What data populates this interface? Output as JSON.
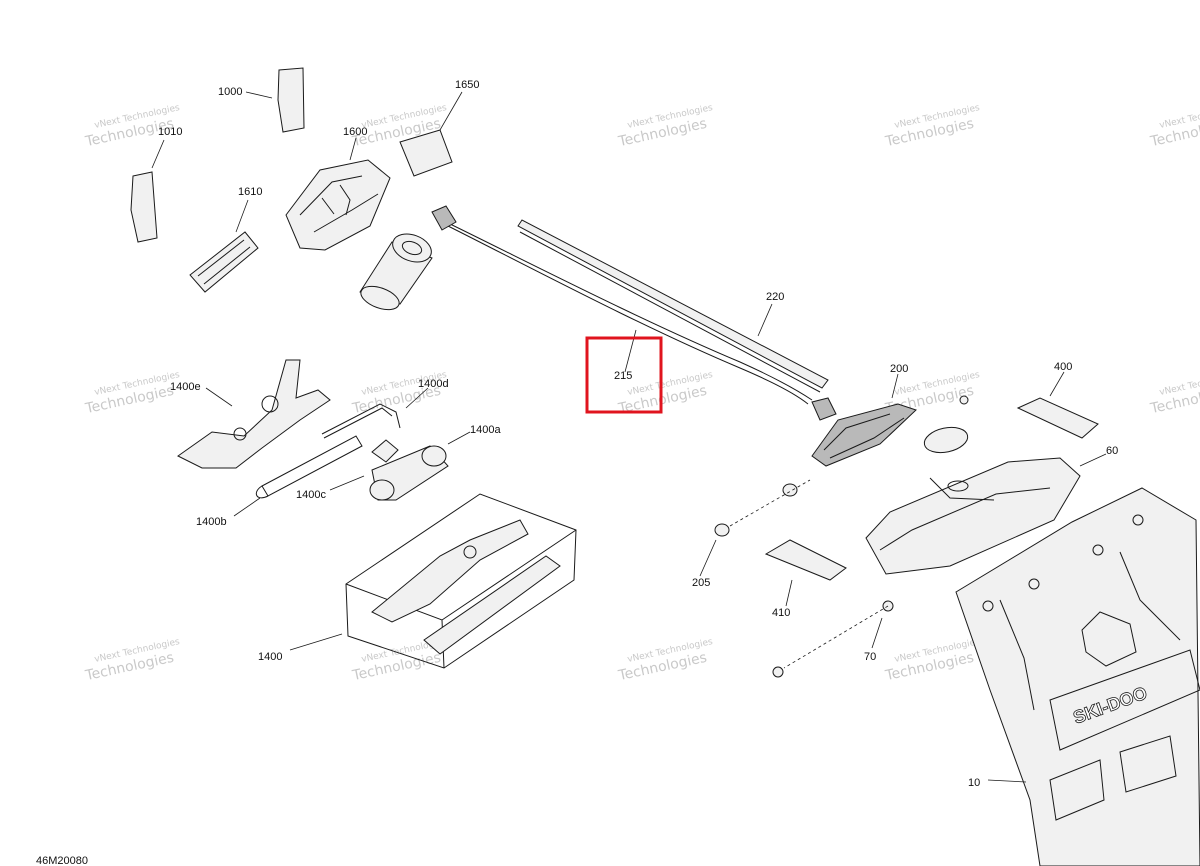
{
  "diagram": {
    "drawing_code": "46M20080",
    "highlighted_callout": "215",
    "watermark": {
      "line1": "vNext Technologies",
      "line2": "Technologies"
    },
    "callouts": [
      {
        "id": "c1000",
        "label": "1000"
      },
      {
        "id": "c1010",
        "label": "1010"
      },
      {
        "id": "c1650",
        "label": "1650"
      },
      {
        "id": "c1600",
        "label": "1600"
      },
      {
        "id": "c1610",
        "label": "1610"
      },
      {
        "id": "c220",
        "label": "220"
      },
      {
        "id": "c215",
        "label": "215"
      },
      {
        "id": "c200",
        "label": "200"
      },
      {
        "id": "c400",
        "label": "400"
      },
      {
        "id": "c60",
        "label": "60"
      },
      {
        "id": "c1400e",
        "label": "1400e"
      },
      {
        "id": "c1400d",
        "label": "1400d"
      },
      {
        "id": "c1400a",
        "label": "1400a"
      },
      {
        "id": "c1400c",
        "label": "1400c"
      },
      {
        "id": "c1400b",
        "label": "1400b"
      },
      {
        "id": "c1400",
        "label": "1400"
      },
      {
        "id": "c205",
        "label": "205"
      },
      {
        "id": "c410",
        "label": "410"
      },
      {
        "id": "c70",
        "label": "70"
      },
      {
        "id": "c10",
        "label": "10"
      }
    ],
    "brand_text": "SKI-DOO"
  }
}
